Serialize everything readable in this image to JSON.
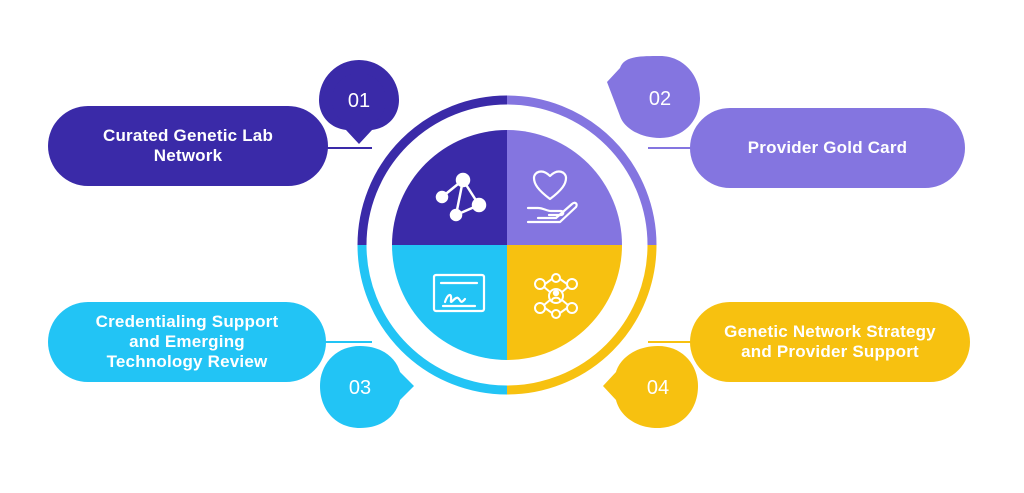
{
  "colors": {
    "purple_dark": "#3a2aa8",
    "purple_light": "#8475e0",
    "cyan": "#22c4f5",
    "yellow": "#f7c110"
  },
  "items": [
    {
      "number": "01",
      "label": "Curated Genetic Lab\nNetwork",
      "icon": "molecule-network-icon"
    },
    {
      "number": "02",
      "label": "Provider Gold Card",
      "icon": "heart-in-hand-icon"
    },
    {
      "number": "03",
      "label": "Credentialing Support\nand Emerging\nTechnology Review",
      "icon": "signed-certificate-icon"
    },
    {
      "number": "04",
      "label": "Genetic Network Strategy\nand Provider Support",
      "icon": "people-network-icon"
    }
  ]
}
